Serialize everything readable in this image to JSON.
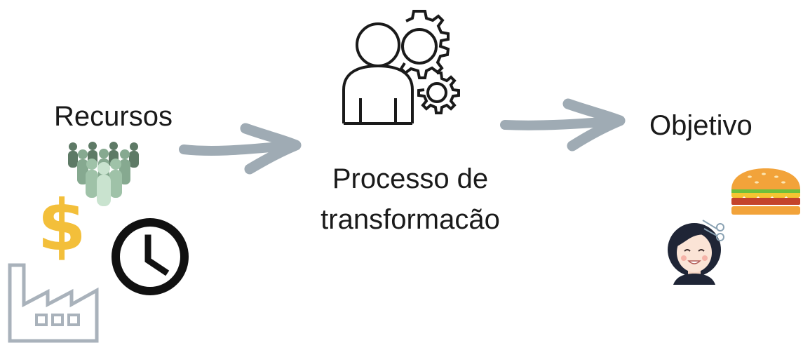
{
  "labels": {
    "resources": "Recursos",
    "process": "Processo de transformacão",
    "objective": "Objetivo"
  },
  "icons": {
    "resources_group": [
      "people-group-icon",
      "dollar-sign-icon",
      "clock-icon",
      "factory-icon"
    ],
    "process": "person-gears-icon",
    "objective_group": [
      "burger-icon",
      "haircut-person-icon"
    ],
    "arrows": [
      "arrow-right-icon",
      "arrow-right-icon"
    ]
  },
  "colors": {
    "text": "#1a1a1a",
    "arrow": "#9fabb4",
    "dollar": "#f3bf3a",
    "clock": "#111111",
    "factory": "#a9b2bb",
    "people_dark": "#5e7a66",
    "people_mid": "#86a990",
    "people_light": "#c9e3cf",
    "gear_outline": "#1a1a1a"
  }
}
